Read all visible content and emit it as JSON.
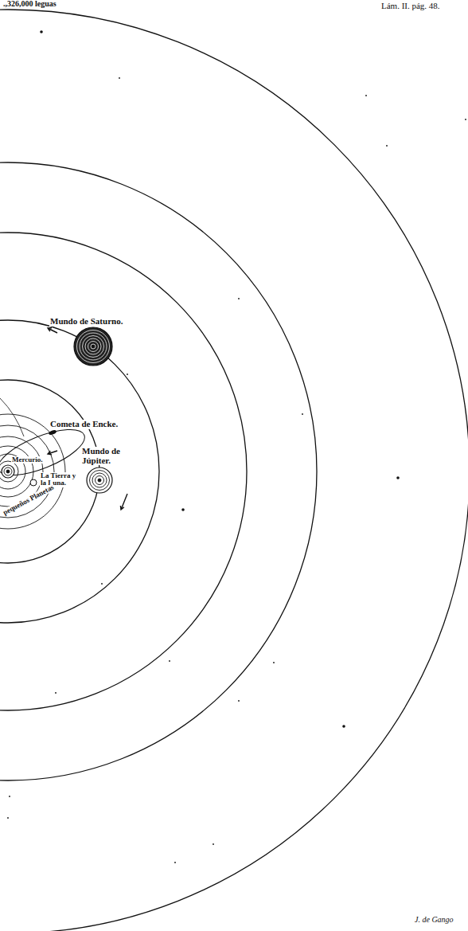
{
  "diagram": {
    "labels": [
      ".,326,000 leguas",
      "Lám. II. pág. 48.",
      "Mundo de Saturno.",
      "Cometa de Encke.",
      "Mundo de Júpiter.",
      "Mercurio.",
      "La Tierra y la Luna.",
      "pequeños Planetas",
      "J. de Gango"
    ]
  }
}
